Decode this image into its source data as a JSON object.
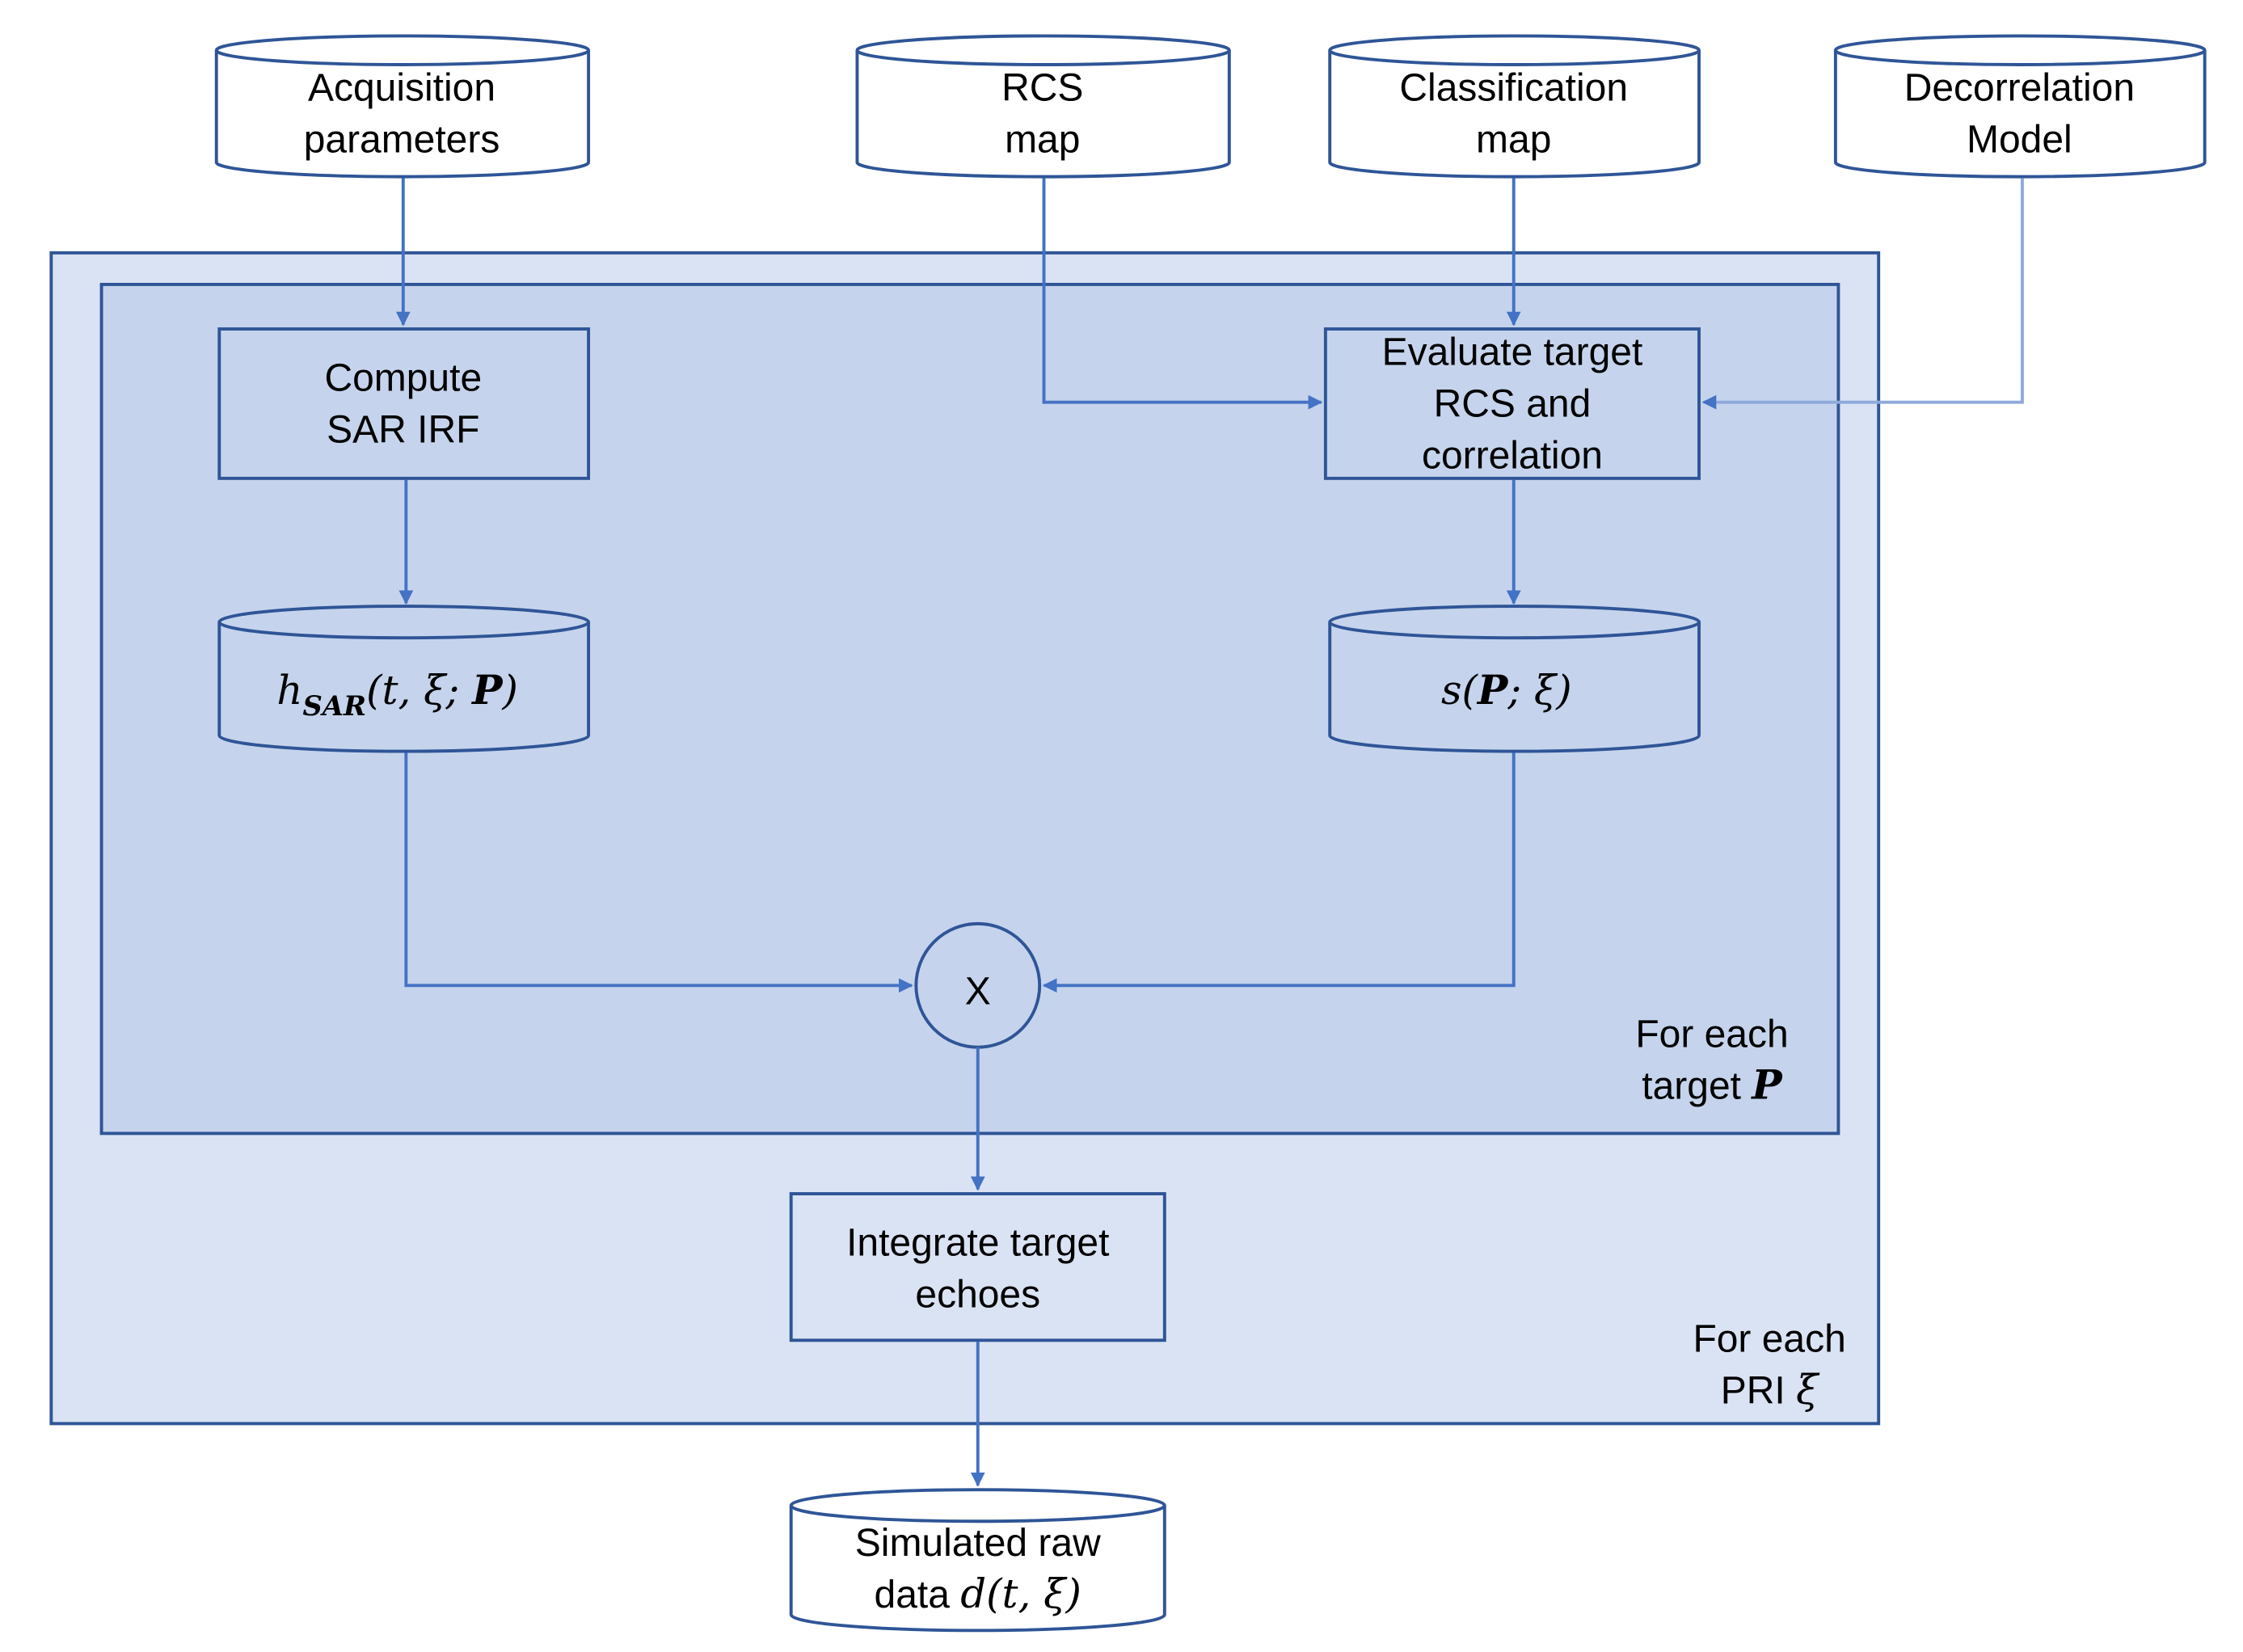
{
  "diagram": {
    "inputs": {
      "acquisition": [
        "Acquisition",
        "parameters"
      ],
      "rcs": [
        "RCS",
        "map"
      ],
      "classification": [
        "Classification",
        "map"
      ],
      "decorrelation": [
        "Decorrelation",
        "Model"
      ]
    },
    "processes": {
      "compute_irf": [
        "Compute",
        "SAR IRF"
      ],
      "evaluate_rcs": [
        "Evaluate target",
        "RCS and",
        "correlation"
      ],
      "integrate": [
        "Integrate target",
        "echoes"
      ]
    },
    "stores": {
      "h_sar": {
        "h": "h",
        "sub": "SAR",
        "args_open": "(t, ξ; ",
        "P": "P",
        "close": ")"
      },
      "s": {
        "s": "s(",
        "P": "P",
        "rest": "; ξ)"
      },
      "simulated": {
        "line1": "Simulated raw",
        "line2_text": "data ",
        "line2_math": "d(t, ξ)"
      }
    },
    "multiply_symbol": "X",
    "loops": {
      "inner": {
        "line1": "For each",
        "line2_text": "target ",
        "line2_math": "P"
      },
      "outer": {
        "line1": "For each",
        "line2_text": "PRI ",
        "line2_math": "ξ"
      }
    },
    "colors": {
      "outer_fill": "#dae3f3",
      "inner_fill": "#c5d4ec",
      "border": "#2f5597",
      "arrow": "#4472c4"
    }
  }
}
